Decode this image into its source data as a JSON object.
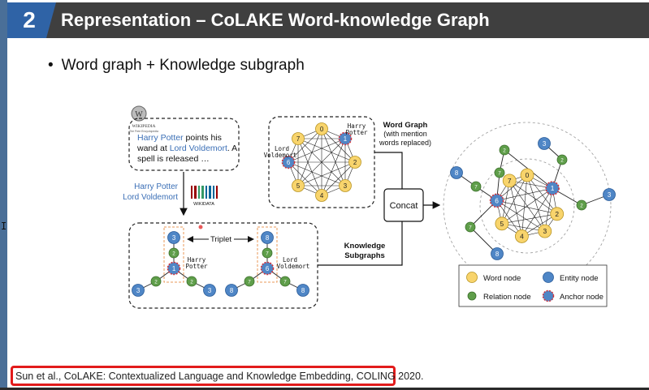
{
  "slide": {
    "number": "2",
    "title": "Representation – CoLAKE Word-knowledge Graph",
    "bullet": "Word graph + Knowledge subgraph"
  },
  "figure": {
    "wikipedia_logo": "WIKIPEDIA",
    "wikipedia_tagline": "The Free Encyclopedia",
    "sentence": {
      "entity1": "Harry Potter",
      "part1": " points his wand at ",
      "entity2": "Lord Voldemort",
      "part2": ". A spell is released …"
    },
    "mentions": [
      "Harry Potter",
      "Lord Voldemort"
    ],
    "wikidata_label": "WIKIDATA",
    "word_graph_title": "Word Graph",
    "word_graph_subtitle_1": "(with mention",
    "word_graph_subtitle_2": "words replaced)",
    "word_graph_labels": {
      "harry_1": "Harry",
      "harry_2": "Potter",
      "lord_1": "Lord",
      "lord_2": "Voldemort"
    },
    "word_graph_nodes": [
      "0",
      "1",
      "2",
      "3",
      "4",
      "5",
      "6",
      "7"
    ],
    "triplet_label": "Triplet",
    "kg_left_labels": [
      "Harry",
      "Potter"
    ],
    "kg_right_labels": [
      "Lord",
      "Voldemort"
    ],
    "kg_left_nodes": [
      "3",
      "2",
      "1",
      "2",
      "2",
      "3",
      "3"
    ],
    "kg_right_nodes": [
      "8",
      "7",
      "6",
      "7",
      "7",
      "8",
      "8"
    ],
    "kg_title_1": "Knowledge",
    "kg_title_2": "Subgraphs",
    "concat_label": "Concat",
    "merged_nodes": {
      "word": [
        "0",
        "1",
        "2",
        "3",
        "4",
        "5",
        "6",
        "7"
      ],
      "outer": [
        "3",
        "2",
        "2",
        "3",
        "8",
        "7",
        "7",
        "8",
        "2",
        "7"
      ]
    },
    "legend": {
      "word": "Word node",
      "entity": "Entity node",
      "relation": "Relation node",
      "anchor": "Anchor node"
    },
    "colors": {
      "word_node": "#f8d46c",
      "entity_node": "#4f86c6",
      "relation_node": "#5f9e4a",
      "anchor_ring": "#d1333b",
      "mention_text": "#3b6fb6"
    }
  },
  "citation": "Sun et al., CoLAKE: Contextualized Language and Knowledge Embedding, COLING 2020."
}
